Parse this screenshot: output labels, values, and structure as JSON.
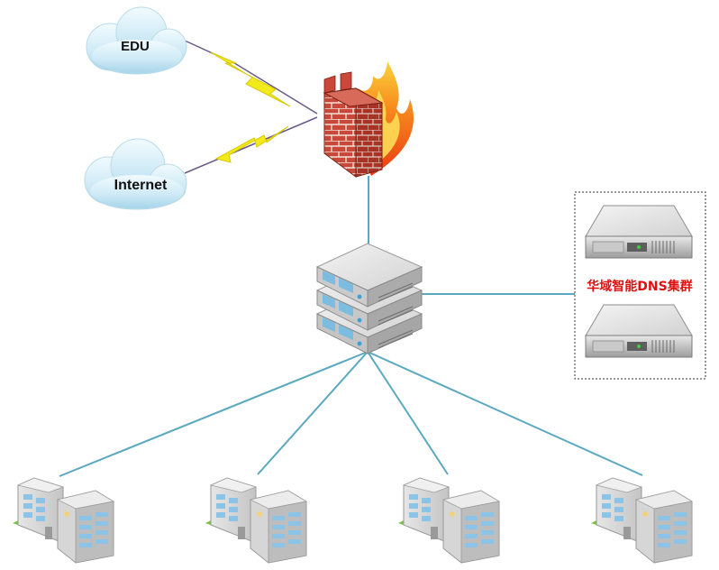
{
  "diagram": {
    "clouds": [
      {
        "id": "edu",
        "label": "EDU"
      },
      {
        "id": "internet",
        "label": "Internet"
      }
    ],
    "firewall": {
      "icon": "firewall-icon"
    },
    "core_switch": {
      "icon": "server-rack-icon"
    },
    "dns_cluster": {
      "label": "华域智能DNS集群",
      "server_count": 2,
      "icon": "server-icon"
    },
    "buildings": {
      "count": 4,
      "icon": "building-icon"
    },
    "colors": {
      "link": "#5aa9c0",
      "wan_link": "#6a5a8a",
      "lightning": "#f2ea1a",
      "cluster_label": "#e01010",
      "cluster_border": "#333333"
    }
  }
}
